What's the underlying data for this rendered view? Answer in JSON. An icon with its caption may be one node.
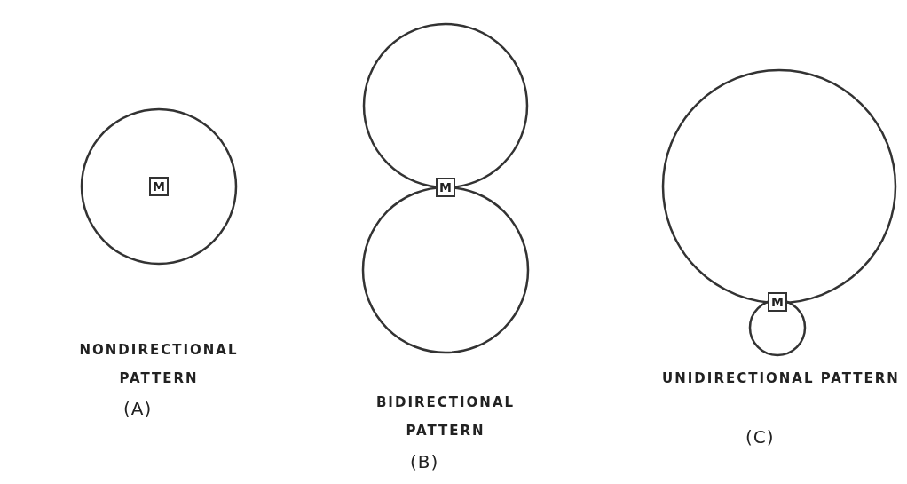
{
  "diagram": {
    "nodes": [
      {
        "text": [
          "M"
        ]
      },
      {
        "text": [
          "M"
        ]
      },
      {
        "text": [
          "M"
        ]
      }
    ],
    "labels": [
      "NONDIRECTIONAL PATTERN",
      "(A)",
      "BIDIRECTIONAL PATTERN",
      "(B)",
      "UNIDIRECTIONAL PATTERN",
      "(C)"
    ]
  }
}
